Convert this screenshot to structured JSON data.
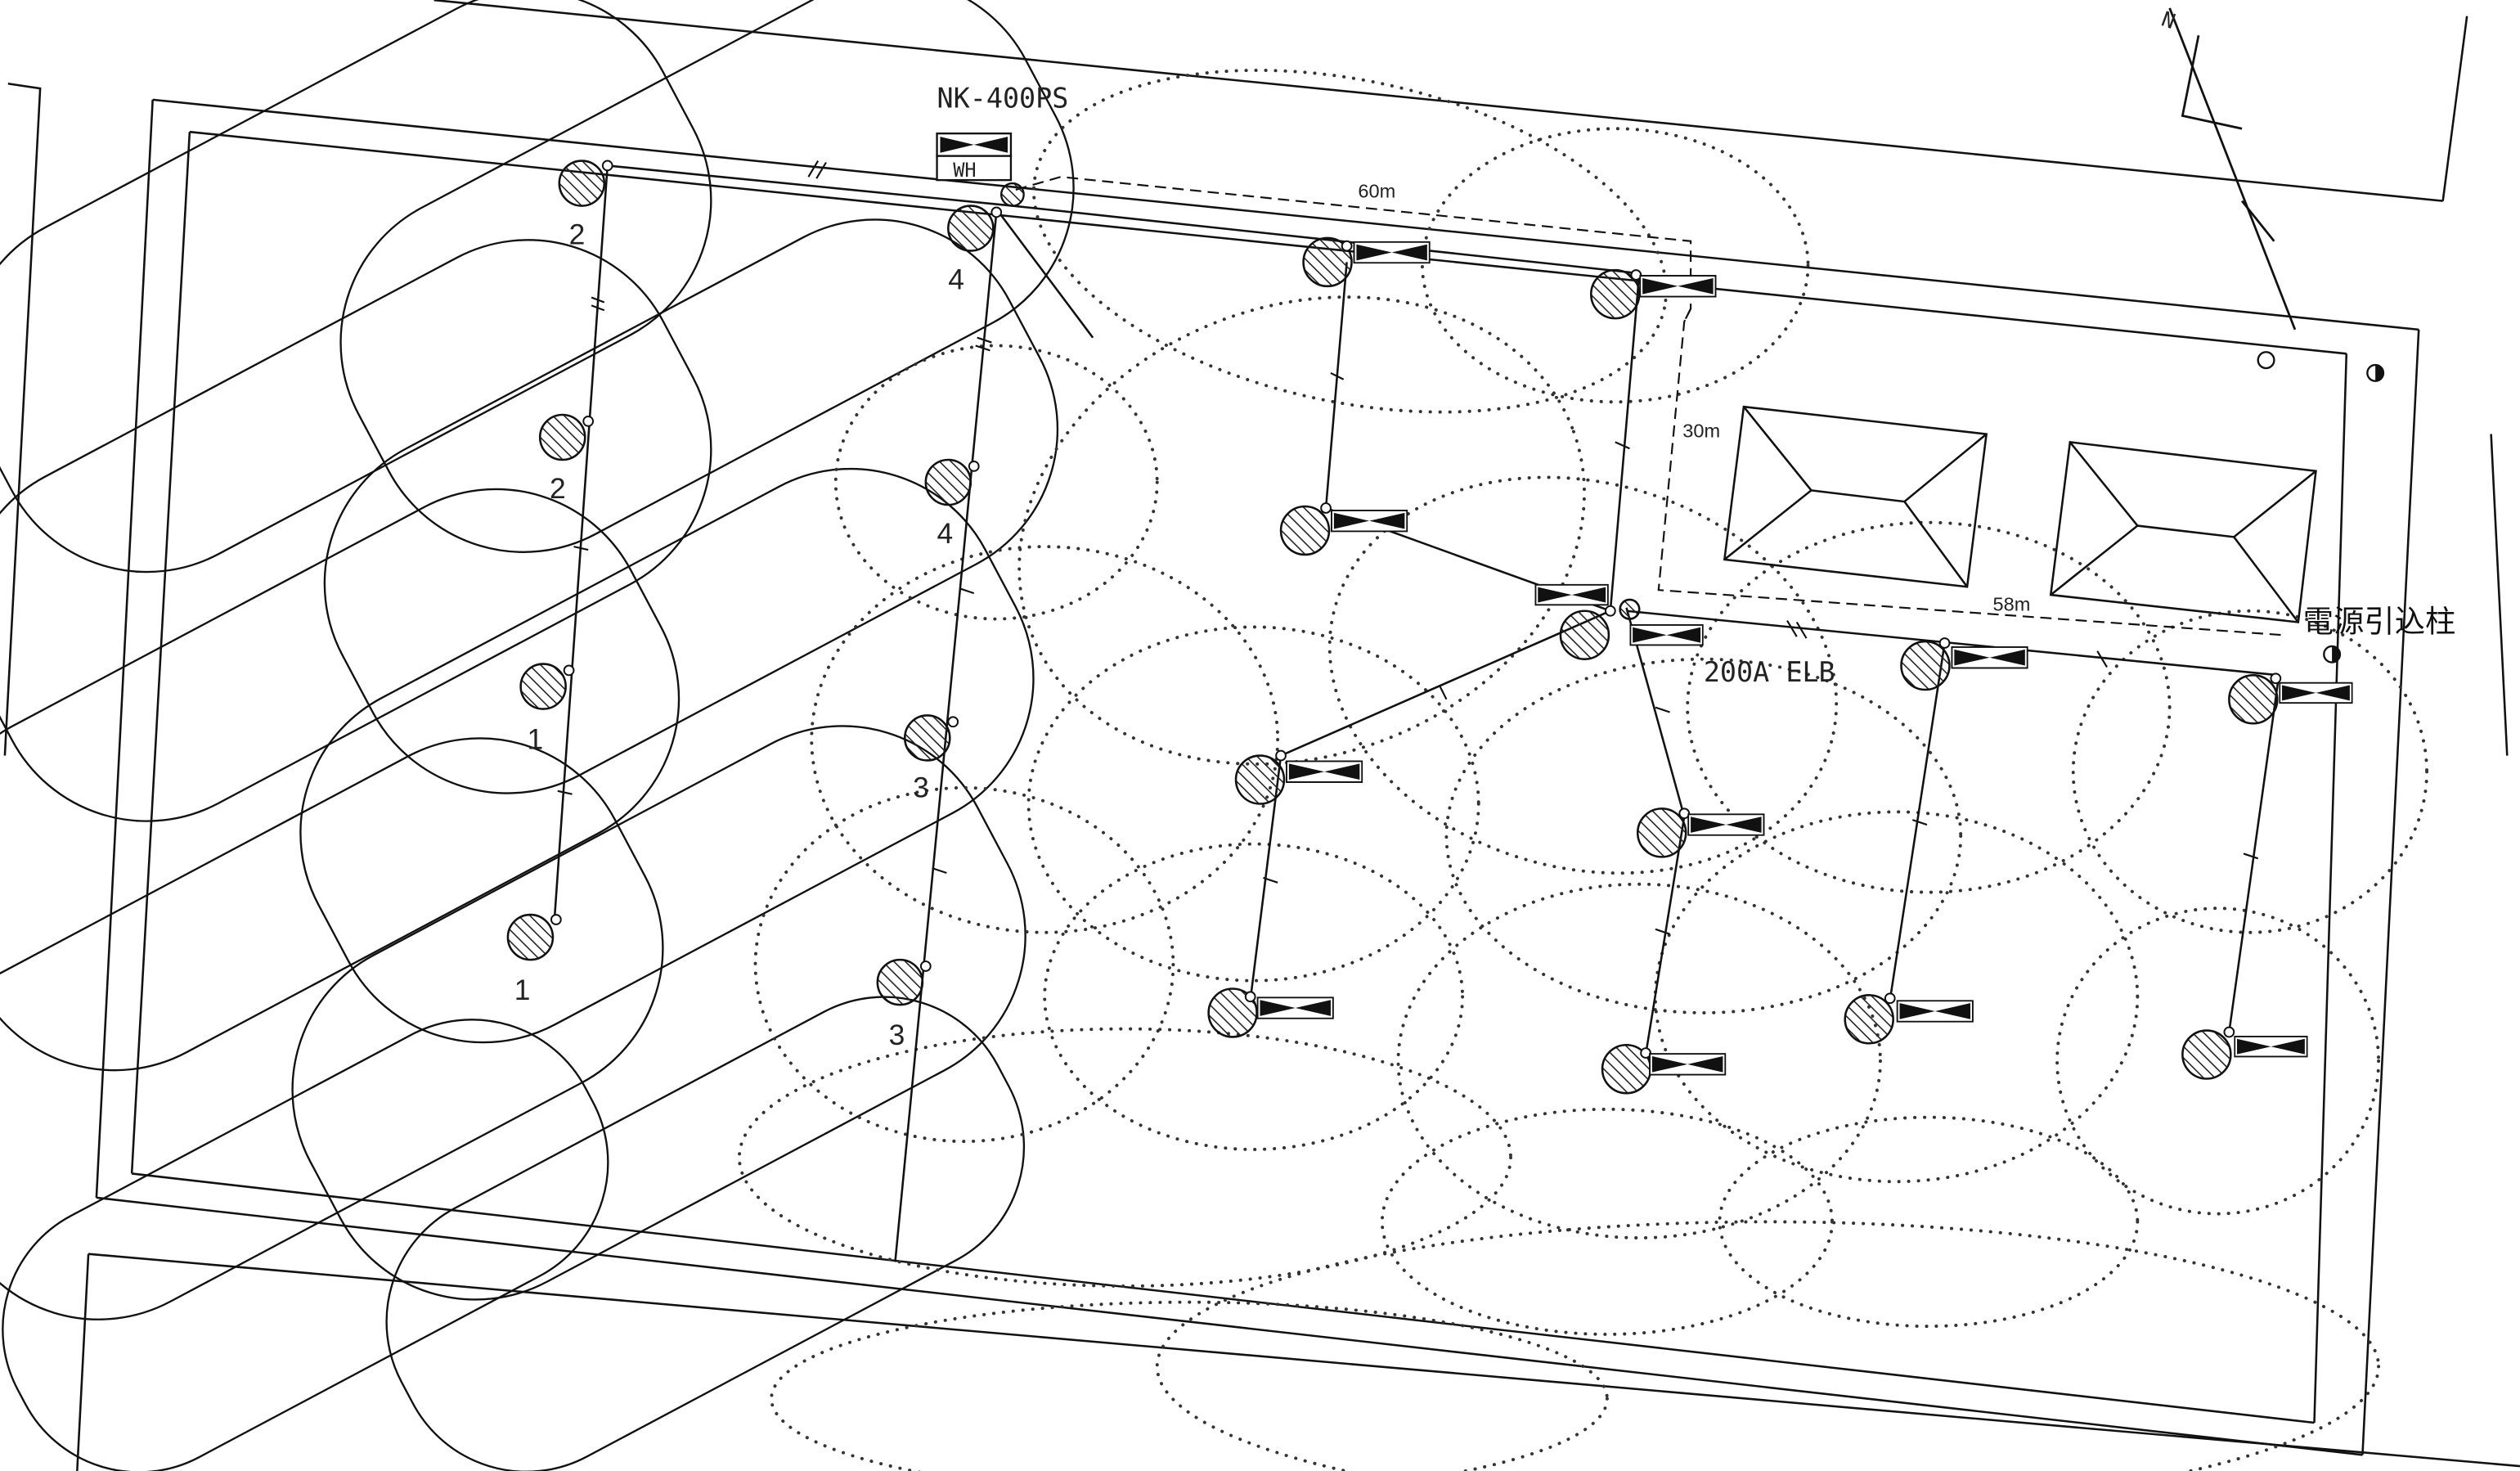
{
  "labels": {
    "pole_model": "NK-400PS",
    "meter": "WH",
    "breaker": "200A ELB",
    "power_pole": "電源引込柱",
    "compass": "N",
    "dim_60": "60m",
    "dim_30": "30m",
    "dim_58": "58m"
  },
  "circuit_numbers": [
    "2",
    "4",
    "2",
    "4",
    "1",
    "3",
    "1",
    "3"
  ],
  "colors": {
    "line": "#111111",
    "hatch": "#222222",
    "dotted": "#333333",
    "background": "#ffffff"
  },
  "symbols": {
    "fixture": "hatched-circle-lamp",
    "ballast": "bowtie-fixture",
    "meter_box": "wh-meter",
    "lead_in": "half-filled-circle"
  }
}
